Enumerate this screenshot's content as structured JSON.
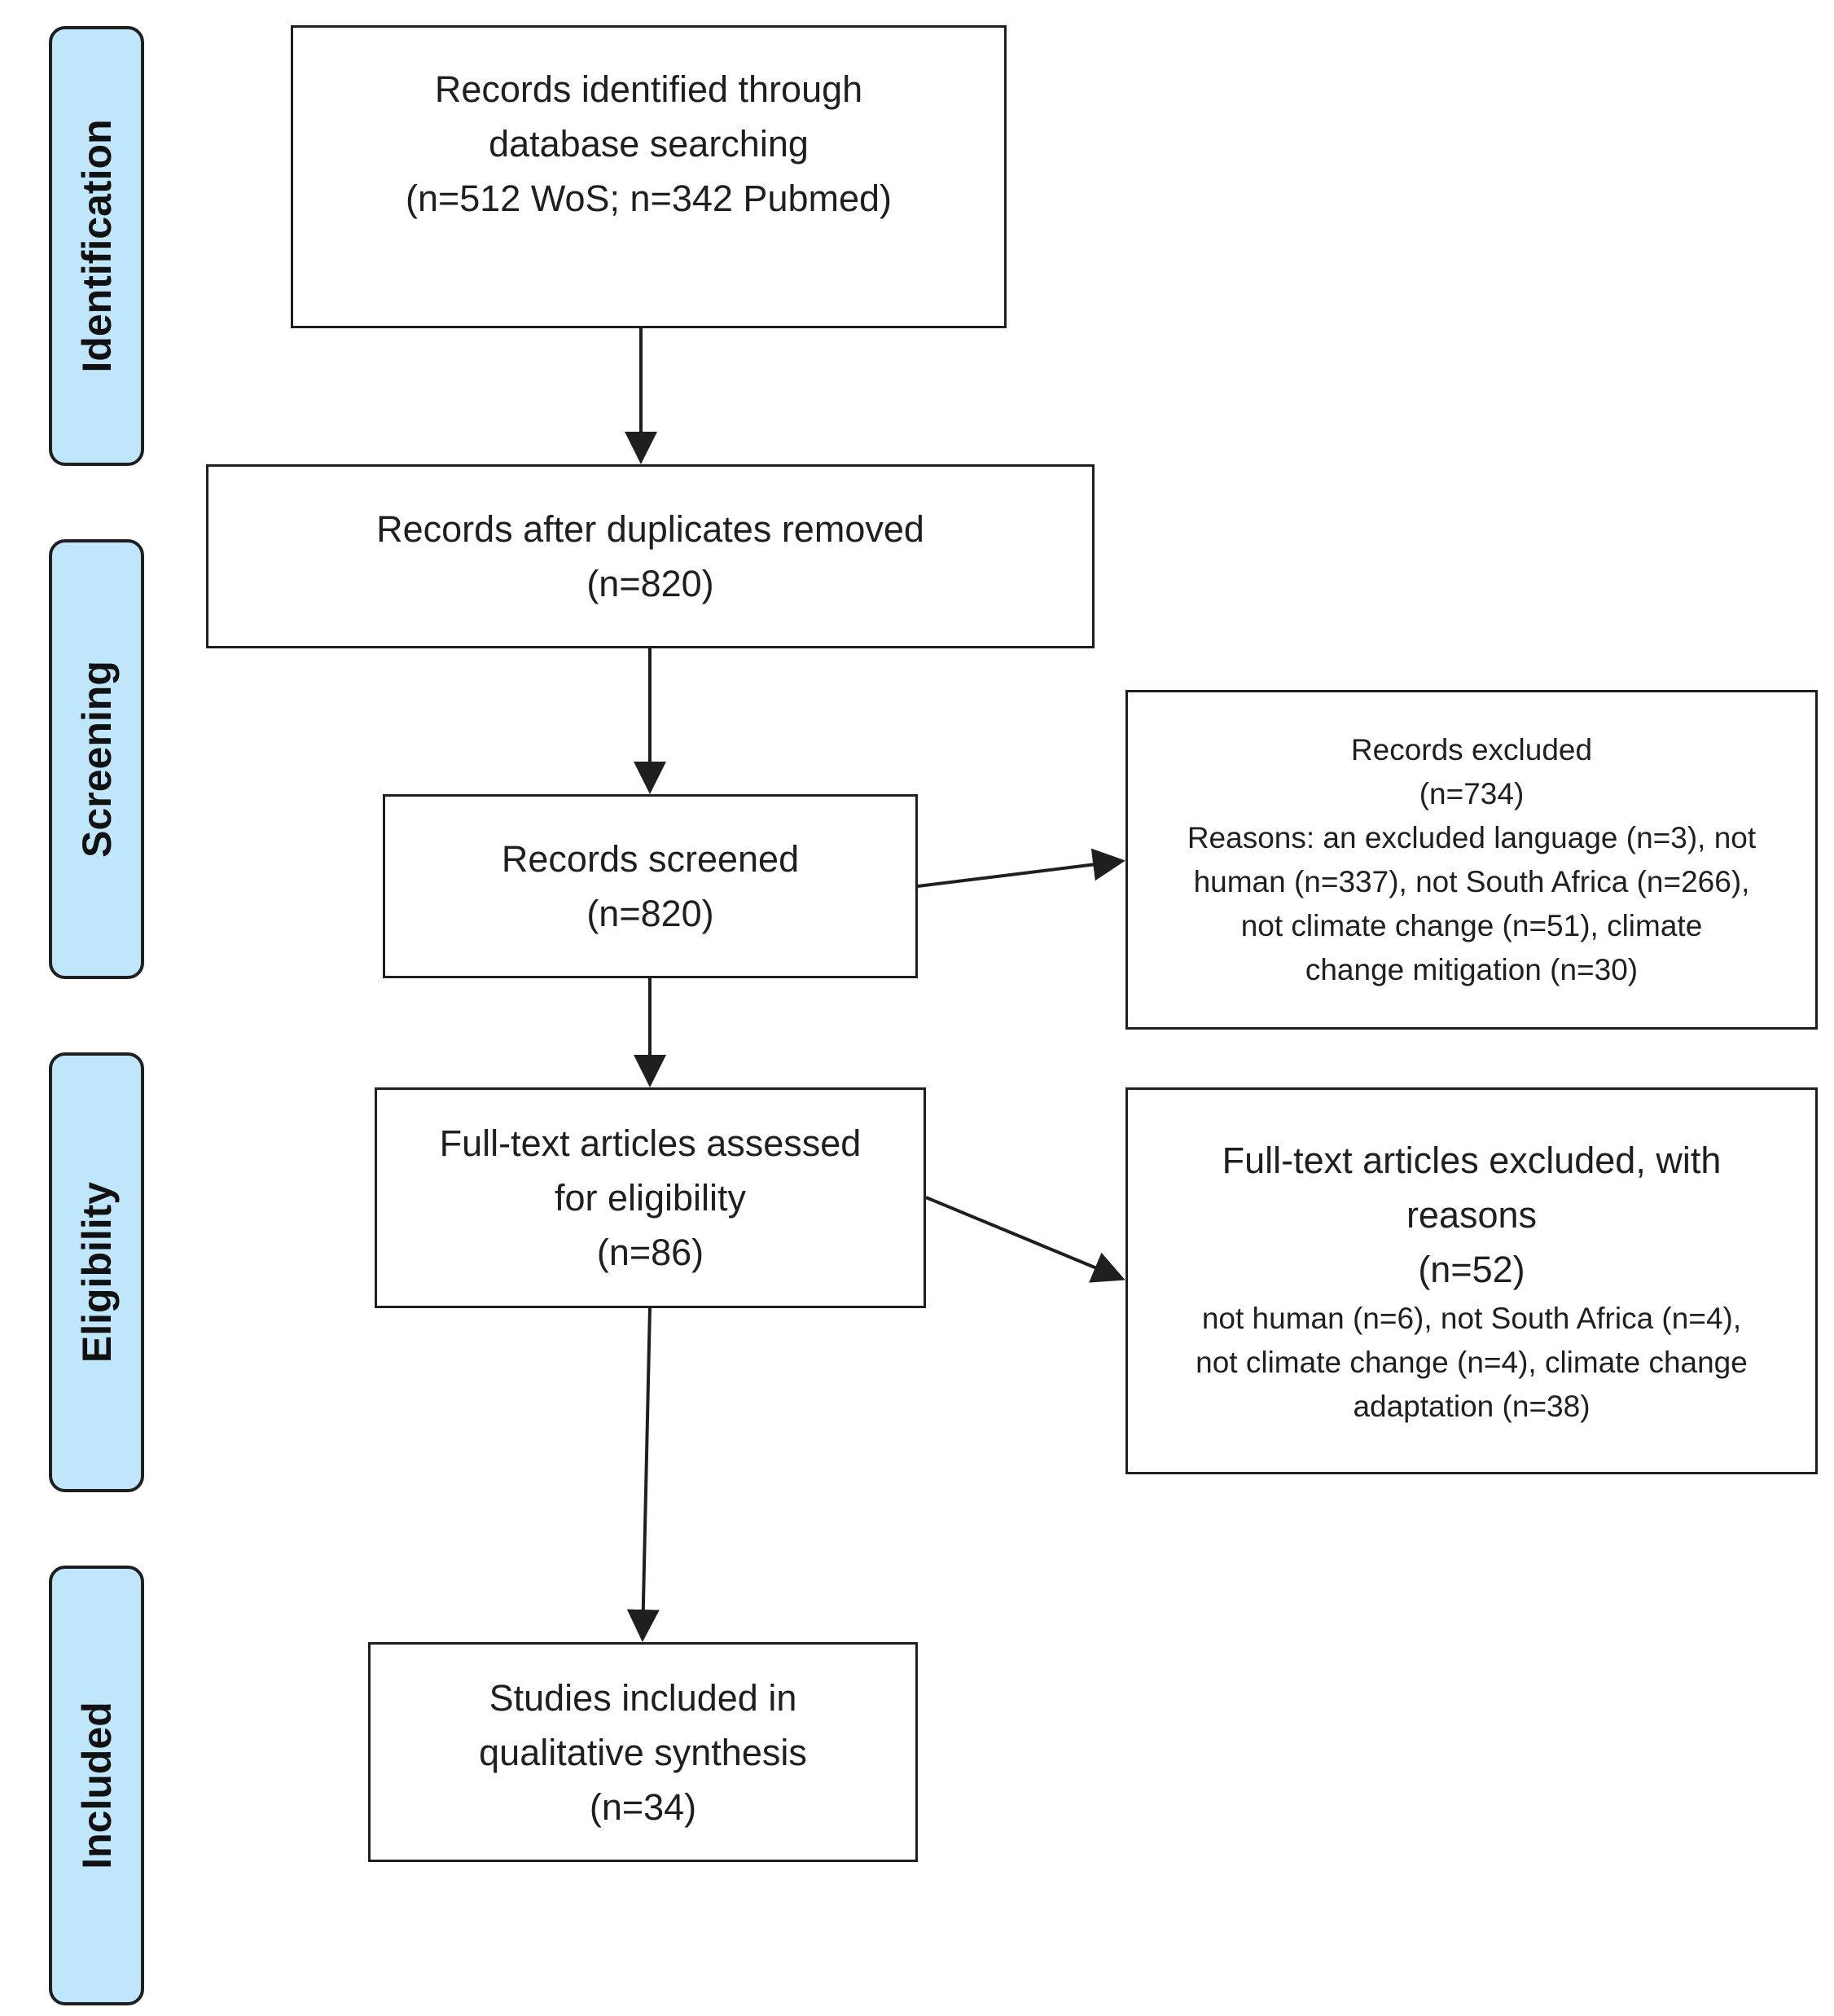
{
  "phases": {
    "identification": "Identification",
    "screening": "Screening",
    "eligibility": "Eligibility",
    "included": "Included"
  },
  "boxes": {
    "identified": {
      "lines": [
        "Records identified through",
        "database searching",
        "(n=512 WoS; n=342 Pubmed)"
      ]
    },
    "duplicates_removed": {
      "lines": [
        "Records after duplicates removed",
        "(n=820)"
      ]
    },
    "screened": {
      "lines": [
        "Records screened",
        "(n=820)"
      ]
    },
    "records_excluded": {
      "lines": [
        "Records excluded",
        "(n=734)",
        "Reasons: an excluded language (n=3), not",
        "human (n=337), not South Africa (n=266),",
        "not climate change (n=51), climate",
        "change mitigation (n=30)"
      ]
    },
    "assessed": {
      "lines": [
        "Full-text articles assessed",
        "for eligibility",
        "(n=86)"
      ]
    },
    "fulltext_excluded": {
      "heading_lines": [
        "Full-text articles excluded, with",
        "reasons",
        "(n=52)"
      ],
      "detail_lines": [
        "not human (n=6), not South Africa (n=4),",
        "not climate change (n=4), climate change",
        "adaptation (n=38)"
      ]
    },
    "included": {
      "lines": [
        "Studies included in",
        "qualitative synthesis",
        "(n=34)"
      ]
    }
  },
  "colors": {
    "phase_fill": "#bfe6fb",
    "stroke": "#1f1f1f"
  }
}
